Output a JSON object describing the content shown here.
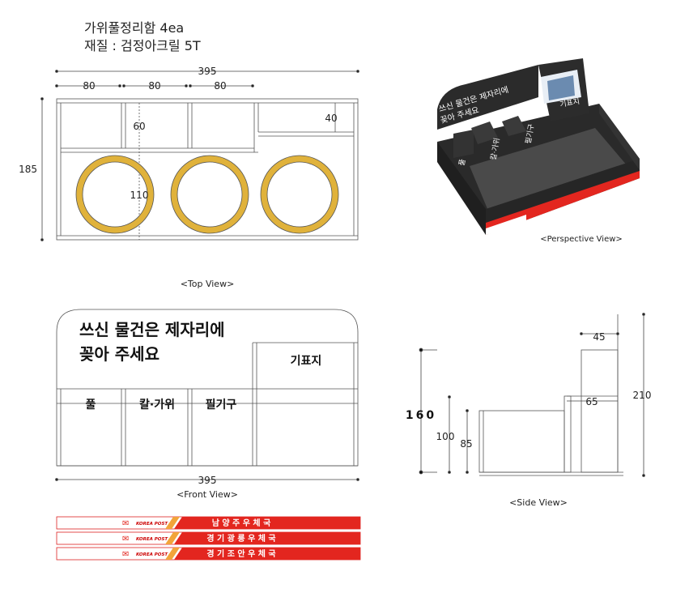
{
  "header": {
    "title_line1": "가위풀정리함 4ea",
    "title_line2": "재질 : 검정아크릴 5T"
  },
  "top_view": {
    "caption": "<Top View>",
    "dim_total_width": "395",
    "dim_slot_1": "80",
    "dim_slot_2": "80",
    "dim_slot_3": "80",
    "dim_height": "185",
    "dim_slot_depth": "60",
    "dim_right_shelf": "40",
    "dim_circle": "110",
    "ring_color": "#E0B23B"
  },
  "perspective_view": {
    "caption": "<Perspective View>",
    "back_text_line1": "쓰신 물건은 제자리에",
    "back_text_line2": "꽂아 주세요",
    "label_1": "풀",
    "label_2": "칼·가위",
    "label_3": "필기구",
    "label_4": "기표지"
  },
  "front_view": {
    "caption": "<Front View>",
    "headline_line1": "쓰신 물건은 제자리에",
    "headline_line2": "꽂아 주세요",
    "label_1": "풀",
    "label_2": "칼·가위",
    "label_3": "필기구",
    "label_4": "기표지",
    "dim_width": "395"
  },
  "side_view": {
    "caption": "<Side View>",
    "dim_160": "160",
    "dim_100": "100",
    "dim_85": "85",
    "dim_45": "45",
    "dim_65": "65",
    "dim_210": "210"
  },
  "banners": {
    "brand": "KOREA POST",
    "accent_color": "#E3261F",
    "items": [
      "남 양 주 우 체 국",
      "경 기 광 릉 우 체 국",
      "경 기 조 안 우 체 국"
    ]
  }
}
